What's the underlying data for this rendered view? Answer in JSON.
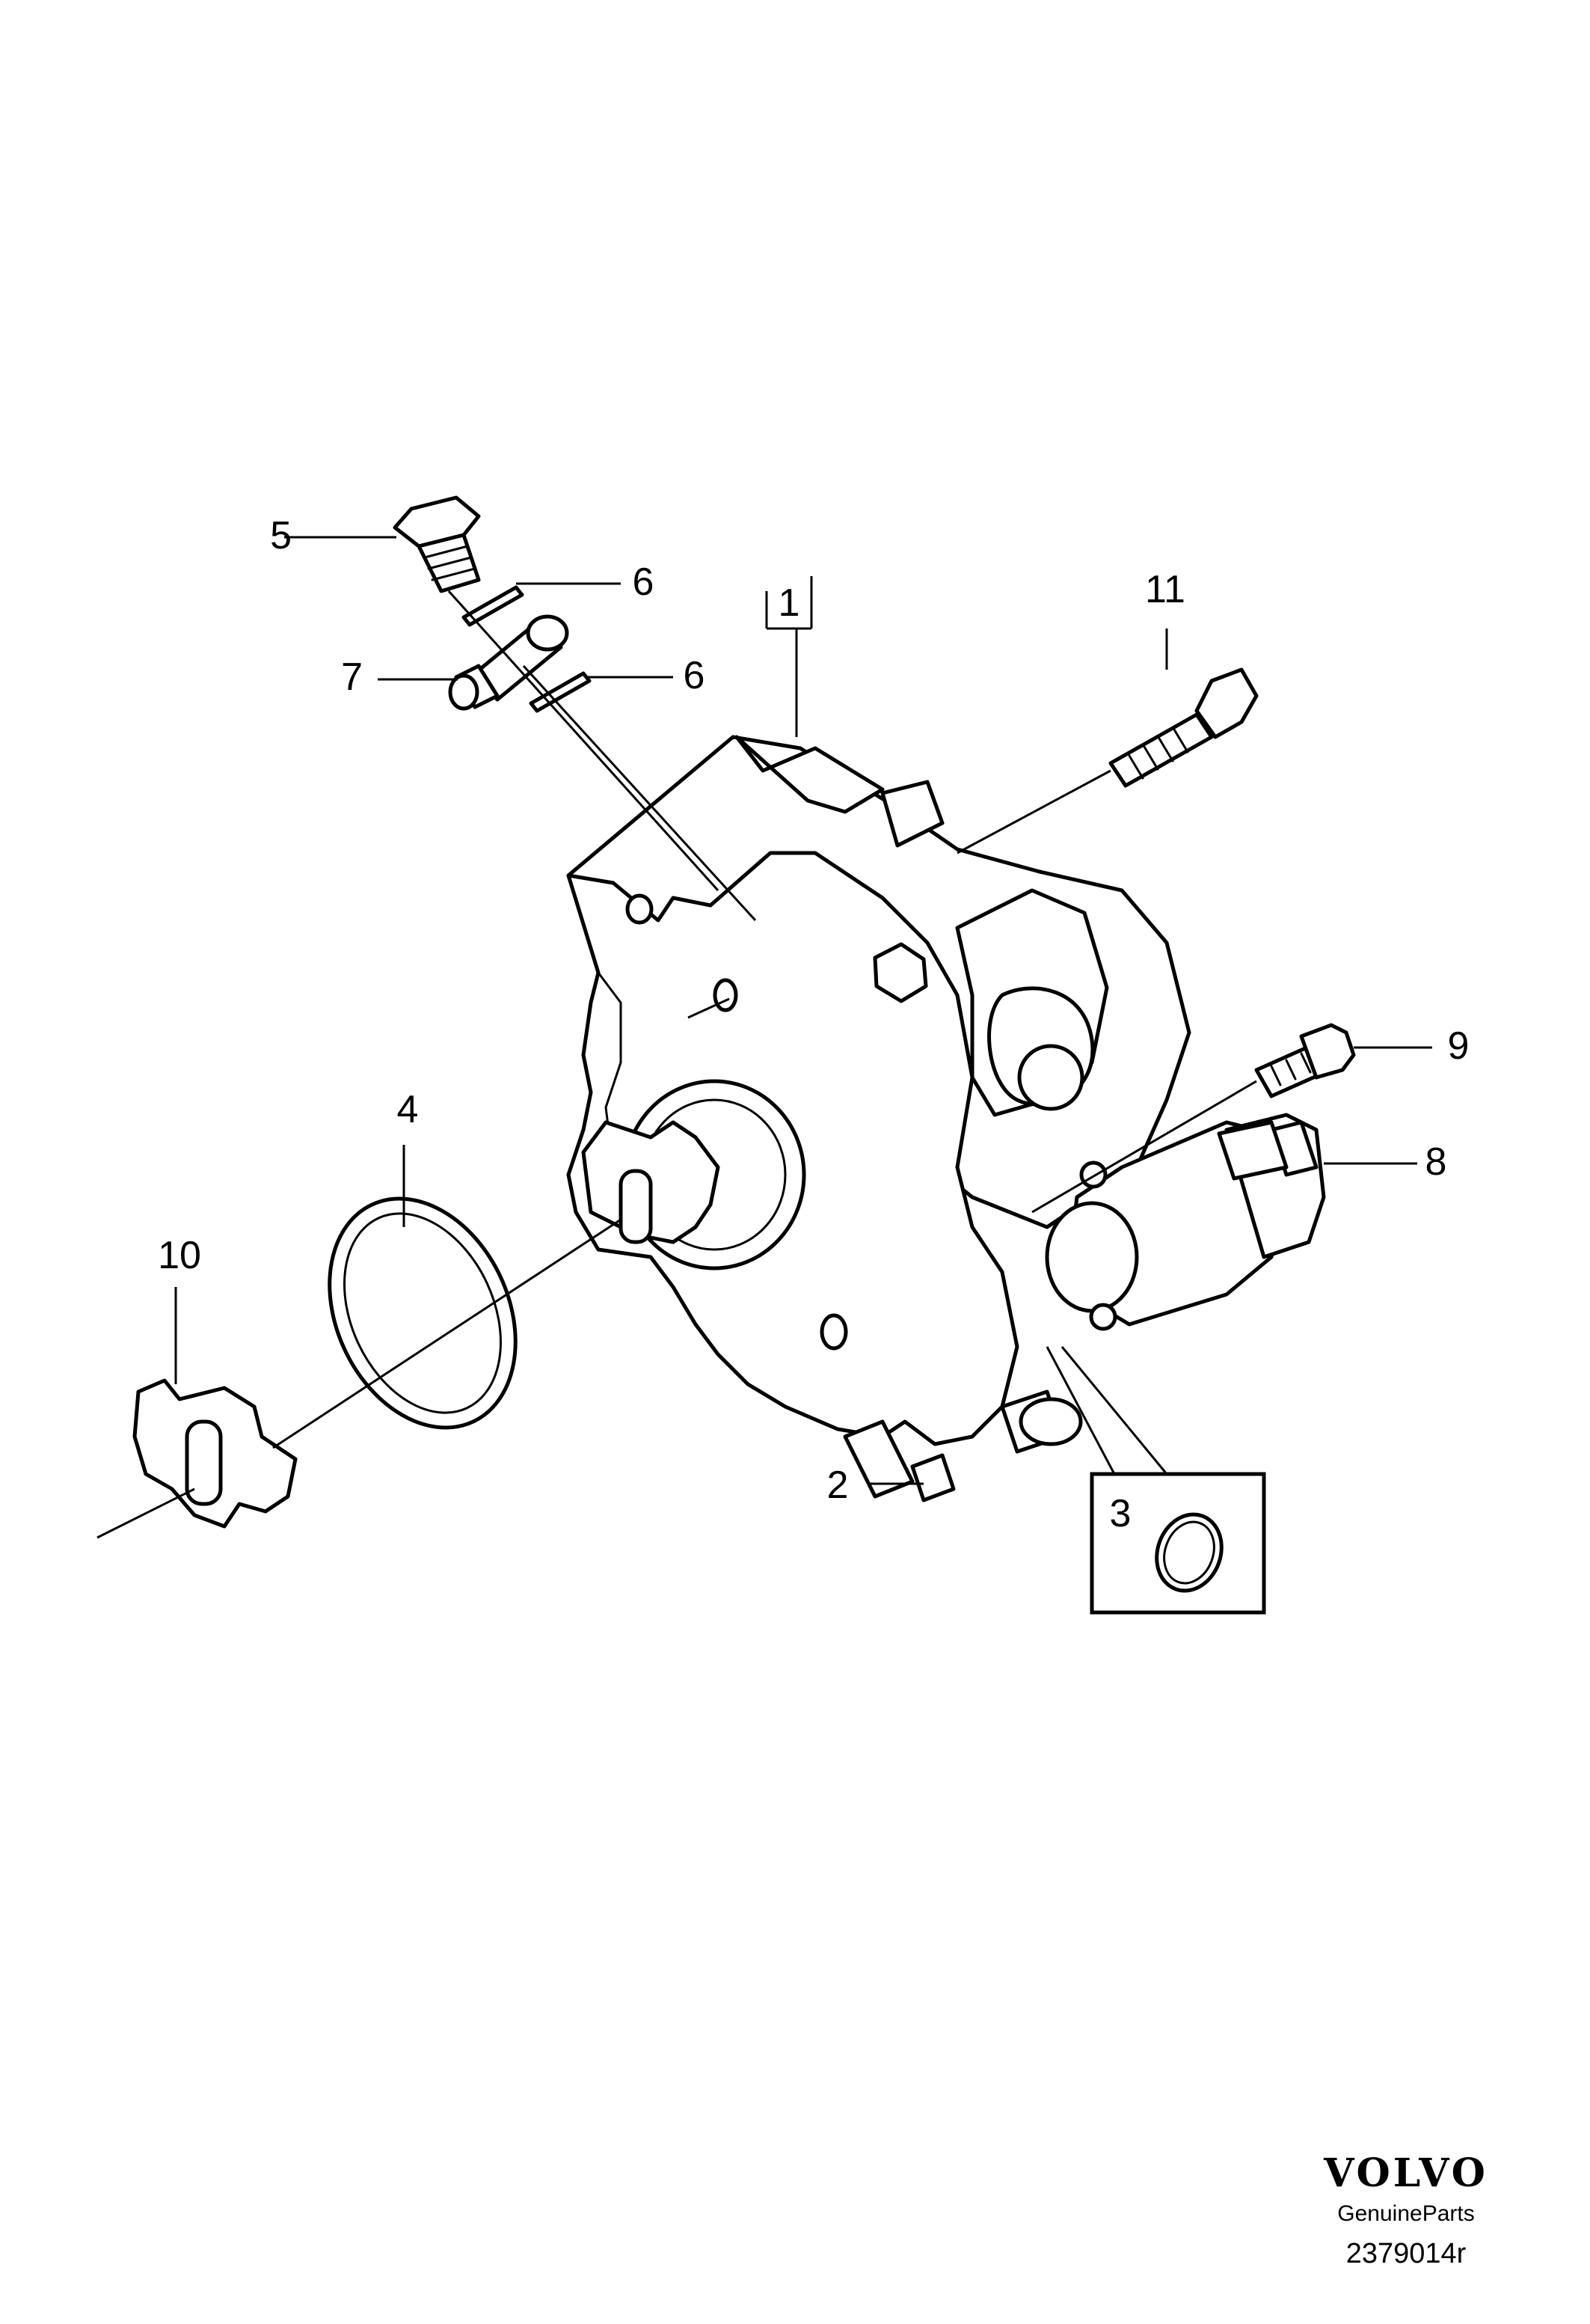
{
  "callouts": {
    "c1": "1",
    "c2": "2",
    "c3": "3",
    "c4": "4",
    "c5": "5",
    "c6a": "6",
    "c6b": "6",
    "c7": "7",
    "c8": "8",
    "c9": "9",
    "c10": "10",
    "c11": "11"
  },
  "brand": {
    "logo": "VOLVO",
    "subtitle": "GenuineParts",
    "drawing_number": "2379014r"
  }
}
